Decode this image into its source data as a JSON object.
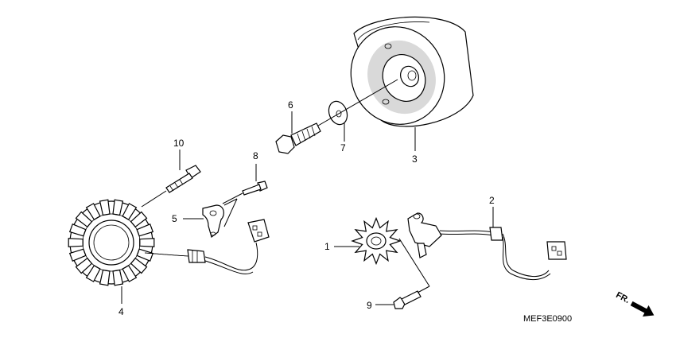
{
  "callouts": {
    "c1": "1",
    "c2": "2",
    "c3": "3",
    "c4": "4",
    "c5": "5",
    "c6": "6",
    "c7": "7",
    "c8": "8",
    "c9": "9",
    "c10": "10"
  },
  "diagram_code": "MEF3E0900",
  "direction_label": "FR."
}
